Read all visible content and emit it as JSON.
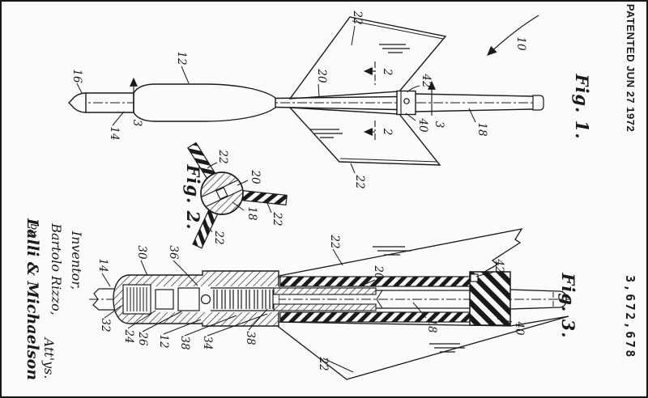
{
  "header": {
    "patented_stamp": "PATENTED JUN 27 1972",
    "patent_number": "3,672,678"
  },
  "figure1": {
    "label": "Fig. 1.",
    "callouts": {
      "tip": "16",
      "front_shaft": "14",
      "section3_left": "3",
      "body": "12",
      "fin_top": "22",
      "stem": "20",
      "section2_top": "2",
      "section2_bottom": "2",
      "pin": "42",
      "hub": "40",
      "section3_right": "3",
      "rear_shaft": "18",
      "fin_bottom": "22",
      "assembly": "10"
    }
  },
  "figure2": {
    "label": "Fig. 2.",
    "callouts": {
      "vane_upper": "22",
      "stem": "20",
      "shaft": "18",
      "vane_right": "22",
      "vane_lower": "22"
    }
  },
  "figure3": {
    "label": "Fig. 3.",
    "callouts": {
      "front_shaft": "14",
      "front_wall": "30",
      "spring_guide": "36",
      "socket": "32",
      "spacer": "24",
      "chamber": "26",
      "body": "12",
      "tube_front": "38",
      "spring": "34",
      "tube": "38",
      "fin_top": "22",
      "stem": "20",
      "pin": "42",
      "shaft": "18",
      "hub": "40",
      "fin_bottom": "22"
    }
  },
  "signature_block": {
    "inventor_heading": "Inventor,",
    "inventor_name": "Bartolo Rizzo,",
    "by": "by",
    "attorney_signature": "Lalli & Michaelson",
    "attorneys": "Att'ys."
  }
}
